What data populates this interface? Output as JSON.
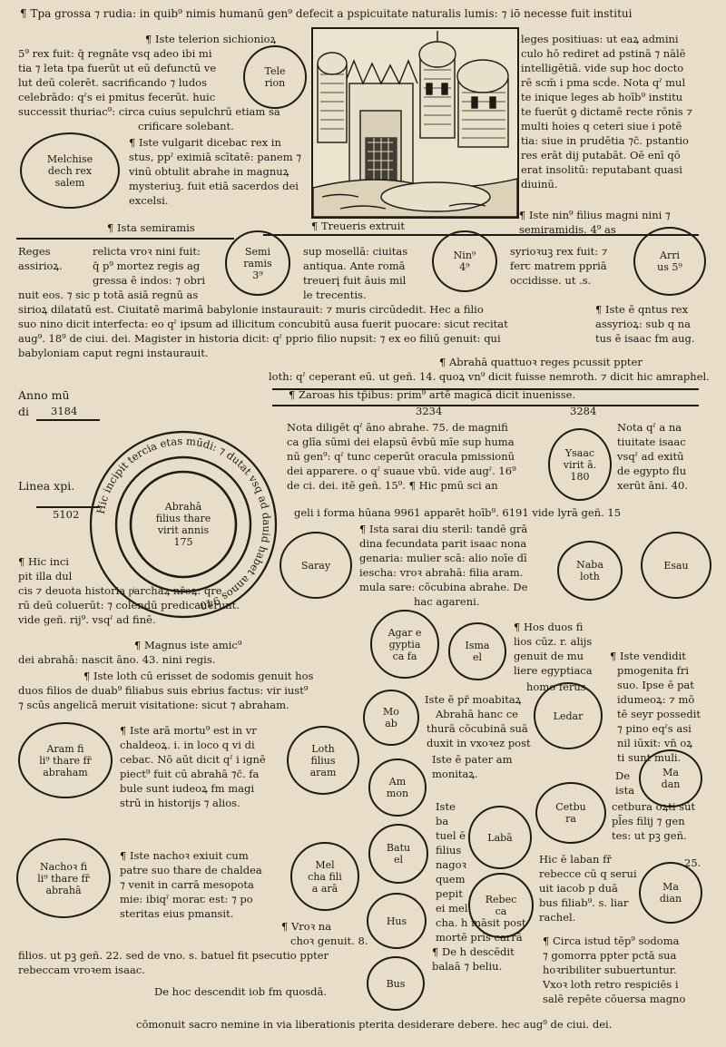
{
  "lines": {
    "header": "¶ Tpa grossa ⁊ rudia: in quib⁹ nimis humanū gen⁹ defecit a pspicuitate naturalis lumis: ⁊ iō necesse fuit institui",
    "right_col": [
      "leges positiuas: ut eaꝝ admini",
      "culo hō rediret ad pstinā ⁊ nālē",
      "intelligētiā. vide sup hoc docto",
      "rē scm̄ i pma scḋe. Nota qˀ mul",
      "te inique leges ab hoīb⁹ institu",
      "te fuerūt ꝯ dictamē recte rōnis ⁊",
      "multi hoies q ceteri siue i potē",
      "tia: siue in prudētia ⁊c̄. pstantio",
      "res erāt dij putabāt. Oē enī qō",
      "erat insolitū: reputabant quasi",
      "diuinū."
    ],
    "telerion_intro": "¶ Iste telerion sichionioꝝ",
    "telerion": [
      "5⁹ rex fuit: q̄ regnāte vsq adeo ibi mi",
      "tia ⁊ leta tpa fuerūt ut eū defunctū ve",
      "lut deū colerēt. sacrificando ⁊ ludos",
      "celebrādo: qˀs ei pmitus fecerūt. huic",
      "successit thuriac⁹: circa cuius sepulchrū etiam sa",
      "crificare solebant."
    ],
    "melch": [
      "¶ Iste vulgarit dicebaꞇ rex in",
      "stus, ppˀ eximiā scītatē: panem ⁊",
      "vinū obtulit abrahe in magnuꝝ",
      "mysteriuꝫ. fuit etiā sacerdos dei",
      "excelsi."
    ],
    "nin_note": "¶ Iste nin⁹ filius magni nini ⁊",
    "semir_note": "semiramidis. 4⁹ as",
    "istasemir": "¶ Ista semiramis",
    "treueris": "¶ Treueris extruit",
    "reges": [
      "Reges",
      "assirioꝝ."
    ],
    "semir_text": [
      "relicta vroꝛ nini fuit:",
      "q̄ p⁹ mortez regis ag",
      "gressa ē indos: ⁊ obri"
    ],
    "treu_text": [
      "sup mosellā: ciuitas",
      "antiqua. Ante romā",
      "treuerį fuit āuis mil",
      "le trecentis."
    ],
    "nin_text": [
      "syrioꝛuꝫ rex fuit: ⁊",
      "ferꞇ matrem ppriā",
      "occidisse. ut .s."
    ],
    "body1": [
      "nuit eos. ⁊ sic p totā asiā regnū as",
      "sirioꝝ dilatatū est. Ciuitatē marimā babylonie instaurauit: ⁊ muris circūdedit. Hec a filio",
      "suo nino dicit interfecta: eo qˀ ipsum ad illicitum concubitū ausa fuerit puocare: sicut recitat",
      "aug⁹. 18⁹ de ciui. dei. Magister in historia dicit: qˀ pprio filio nupsit: ⁊ ex eo filiū genuit: qui",
      "babyloniam caput regni instaurauit."
    ],
    "arrius_note": [
      "¶ Iste ē qntus rex",
      "assyrioꝝ: sub q na",
      "tus ē isaac fm aug."
    ],
    "abraha_note": "¶ Abrahā quattuoꝛ reges pcussit ppter",
    "lot_line": "loth: qˀ ceperant eū. ut geñ. 14. quoꝝ vn⁹ dicit fuisse nemroth. ⁊ dicit hic amraphel.",
    "anno_label": [
      "Anno mū",
      "di"
    ],
    "anno_value": "3184",
    "linea_label": "Linea xpi.",
    "linea_value": "5102",
    "zaroas": "¶ Zaroas his tp̄ibus: prim⁹ artē magicā dicit inuenisse.",
    "year_a": "3234",
    "year_b": "3284",
    "nota_text": [
      "Nota diligēt qˀ āno abrahe. 75. de magnifi",
      "ca glīa sūmi dei elapsū ēvbū mīe sup huma",
      "nū gen⁹: qˀ tunc ceperūt oracula pmissionū",
      "dei apparere. o qˀ suaue vbū. vide augˀ. 16⁹",
      "de ci. dei. itē geñ. 15⁹. ¶ Hic pmū sci an"
    ],
    "nota_isaac": [
      "Nota qˀ a na",
      "tiuitate isaac",
      "vsqˀ ad exitū",
      "de egypto flu",
      "xerūt āni. 40."
    ],
    "angeli_line": "geli i forma hūana   9961   apparēt hoīb⁹.   6191   vide lyrā geñ. 15",
    "sarai_text": [
      "¶ Ista sarai diu steril: tandē grā",
      "dina fecundata parit isaac nona",
      "genaria: mulier scā: alio noīe dī",
      "iescha: vroꝛ abrahā: filia aram.",
      "mula sare: cōcubina abrahe. De",
      "hac agareni."
    ],
    "hic_inci": [
      "¶ Hic inci",
      "pit illa dul",
      "cis ⁊ deuota historia pͥarchaꝝ nr̄oꝝ: qre",
      "rū deū coluerūt: ⁊ colendū predicauerunt.",
      "vide geñ. rij⁹. vsqˀ ad finē."
    ],
    "magnus": "¶ Magnus iste amic⁹",
    "dei_abraham": "dei abrahā: nascit āno. 43. nini regis.",
    "lot_sod": [
      "¶ Iste loth cū erisset de sodomis genuit hos",
      "duos filios de duab⁹ filiabus suis ebrius factus: vir iust⁹",
      "⁊ scūs angelicā meruit visitatione: sicut ⁊ abraham."
    ],
    "aram_text": [
      "¶ Iste arā mortu⁹ est in vr",
      "chaldeoꝝ. i. in loco q vi di",
      "cebaꞇ. Nō aūt dicit qˀ i ignē",
      "piect⁹ fuit cū abrahā ⁊c̄. fa",
      "bule sunt iudeoꝝ fm magi",
      "strū in historijs ⁊ alios."
    ],
    "nachor_text": [
      "¶ Iste nachoꝛ exiuit cum",
      "patre suo thare de chaldea",
      "⁊ venit in carrā mesopota",
      "mie: ibiqˀ moraꞇ est: ⁊ po",
      "steritas eius pmansit."
    ],
    "uroz_nachor": [
      "¶ Vroꝛ na",
      "choꝛ genuit. 8."
    ],
    "filios_line": "filios. ut pꝫ geñ. 22. sed de vno. s. batuel fit psecutio ppter",
    "rebecca_line": "rebeccam vroꝛem isaac.",
    "job_line": "De hoc descendit iob fm quosdā.",
    "duos_fi": [
      "¶ Hos duos fi",
      "lios cūz. r. alijs",
      "genuit de mu",
      "liere egyptiaca"
    ],
    "homo_ferus": "homo ferus.",
    "moab_text": "Iste ē pr̄ moabitaꝝ",
    "abraha_banc": "Abrahā hanc ce",
    "thura_text": [
      "thurā cōcubinā suā",
      "duxit in vxoꝛez post"
    ],
    "ammon_text": [
      "Iste ē pater am",
      "monitaꝝ."
    ],
    "iste_batuel": [
      "Iste",
      "ba",
      "tuel ē",
      "filius",
      "nagoꝛ",
      "quem",
      "pepit",
      "ei mel",
      "cha. h māsit post",
      "mortē pris carrā"
    ],
    "de_hoc_balaa": [
      "¶ De h descēdit",
      "balaā ⁊ beliu."
    ],
    "esau_text": [
      "¶ Iste vendidit",
      "pmogenita fri",
      "suo. Ipse ē pat",
      "idumeoꝝ: ⁊ mō",
      "tē seyr possedit",
      "⁊ pino eqˀs asi",
      "nil iūxit: vn̄ oꝝ",
      "ti sunt muli."
    ],
    "de_ista": [
      "De",
      "ista",
      "cetbura oꝝti sūt",
      "pl̄es filij ⁊ gen",
      "tes: ut pꝫ geñ."
    ],
    "num25": "25.",
    "dicitur_laban": [
      "Hic ē laban fr̄",
      "rebecce cū q serui",
      "uit iacob p duā",
      "bus filiab⁹. s. liar",
      "rachel."
    ],
    "circa": [
      "¶ Circa istud tēp⁹ sodoma",
      "⁊ gomorra ppter pctā sua",
      "hoꝛribiliter subuertuntur.",
      "Vxoꝛ loth retro respiciēs i",
      "salē repēte cōuersa magno"
    ],
    "bottom": "cōmonuit sacro nemine in via liberationis pterita desiderare debere. hec aug⁹ de ciui. dei."
  },
  "circles": {
    "telerion": "Tele\nrion",
    "melch": "Melchise\ndech rex\nsalem",
    "semir": "Semi\nramis\n3⁹",
    "nin": "Nin⁹\n4⁹",
    "arrius": "Arri\nus 5⁹",
    "isaac": "Ysaac\nvirit ā.\n180",
    "saray": "Saray",
    "naba": "Naba\nloth",
    "esau": "Esau",
    "agar": "Agar e\ngyptia\nca fa",
    "isma": "Isma\nel",
    "moab": "Mo\nab",
    "ledar": "Ledar",
    "aram": "Aram fi\nli⁹ thare fr̄\nabraham",
    "loth": "Loth\nfilius\naram",
    "madan": "Ma\ndan",
    "ammon": "Am\nmon",
    "cetbura": "Cetbu\nra",
    "laban": "Labā",
    "batuel": "Batu\nel",
    "nachor": "Nachoꝛ fi\nli⁹ thare fr̄\nabrahā",
    "melcha": "Mel\ncha fili\na arā",
    "rebecca": "Rebec\nca",
    "hus": "Hus",
    "madian": "Ma\ndian",
    "bus": "Bus"
  },
  "ring": {
    "outer_text": "Hic incipit tercia etas mūdi: ⁊ dutat vsq ad dauid habet annos 940.",
    "inner_text": "Abrahā\nfilius thare\nvirit annis\n175"
  },
  "colors": {
    "ink": "#1f1a14",
    "paper": "#e7ddc8"
  }
}
